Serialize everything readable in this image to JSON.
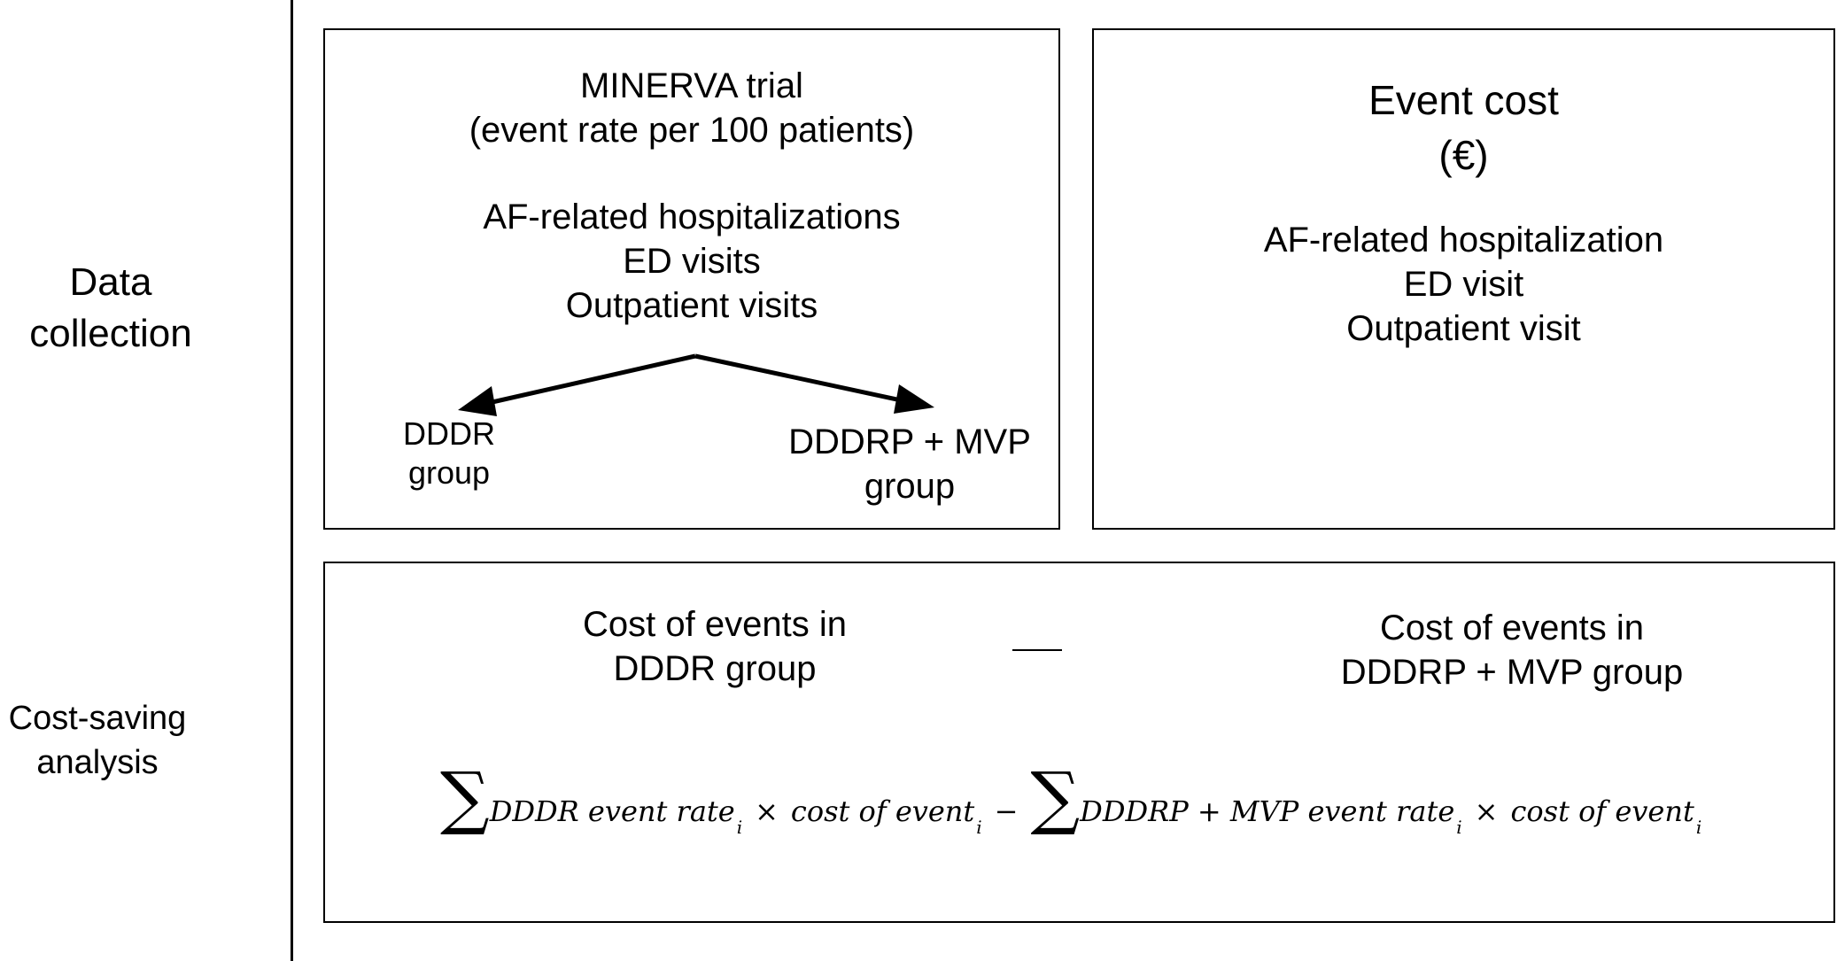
{
  "rows": {
    "data_collection": [
      "Data",
      "collection"
    ],
    "cost_saving": [
      "Cost-saving",
      "analysis"
    ]
  },
  "minerva_box": {
    "title": [
      "MINERVA trial",
      "(event rate per 100 patients)"
    ],
    "events": [
      "AF-related hospitalizations",
      "ED visits",
      "Outpatient visits"
    ],
    "left_group": [
      "DDDR",
      "group"
    ],
    "right_group": [
      "DDDRP + MVP",
      "group"
    ]
  },
  "cost_box": {
    "title": [
      "Event cost",
      "(€)"
    ],
    "events": [
      "AF-related hospitalization",
      "ED visit",
      "Outpatient visit"
    ]
  },
  "analysis_box": {
    "left": [
      "Cost of events in",
      "DDDR group"
    ],
    "right": [
      "Cost of events in",
      "DDDRP + MVP group"
    ],
    "formula": {
      "sigma": "∑",
      "left_term": "DDDR event rate",
      "sub_i": "i",
      "times": "×",
      "cost_term": "cost of event",
      "minus": "−",
      "right_term": "DDDRP + MVP event rate"
    }
  }
}
